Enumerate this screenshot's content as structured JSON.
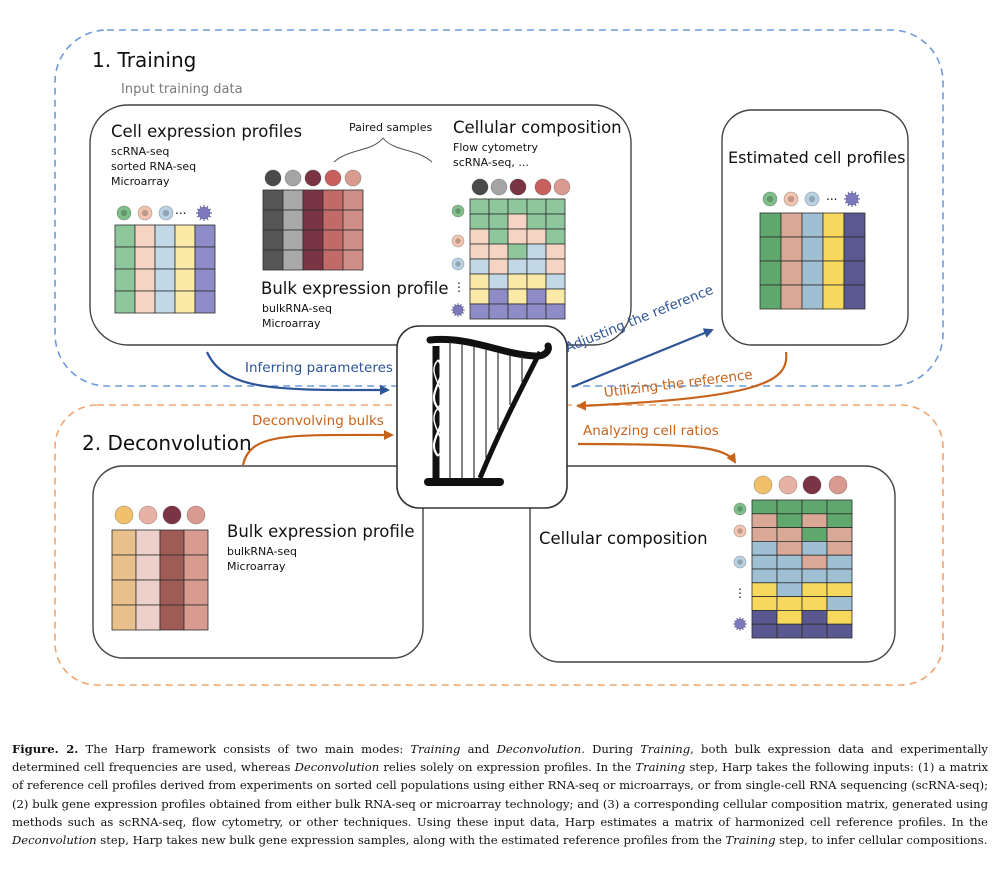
{
  "figure": {
    "training": {
      "title": "1. Training",
      "input_label": "Input training data",
      "cell_profiles": {
        "title": "Cell expression profiles",
        "methods": [
          "scRNA-seq",
          "sorted RNA-seq",
          "Microarray"
        ]
      },
      "paired_samples": "Paired samples",
      "bulk_profile": {
        "title": "Bulk expression profile",
        "methods": [
          "bulkRNA-seq",
          "Microarray"
        ]
      },
      "cellular_composition": {
        "title": "Cellular composition",
        "methods": [
          "Flow cytometry",
          "scRNA-seq, ..."
        ]
      },
      "estimated_profiles": {
        "title": "Estimated cell profiles"
      }
    },
    "deconvolution": {
      "title": "2. Deconvolution",
      "bulk_profile": {
        "title": "Bulk expression profile",
        "methods": [
          "bulkRNA-seq",
          "Microarray"
        ]
      },
      "cellular_composition": {
        "title": "Cellular composition"
      }
    },
    "arrows": {
      "inferring": "Inferring parameteres",
      "adjusting": "Adjusting the reference",
      "utilizing": "Utilizing the reference",
      "deconvolving": "Deconvolving bulks",
      "analyzing": "Analyzing cell  ratios"
    },
    "ellipsis": "...",
    "vdots": "⋮",
    "colors": {
      "training_border": "#6f9bd8",
      "deconvolution_border": "#f0a56e",
      "blue_arrow": "#2e5597",
      "orange_arrow": "#c8631c",
      "green": "#8fc79d",
      "peach": "#f6d4c3",
      "lightblue": "#c3d8e6",
      "yellow": "#fbe9a8",
      "purple": "#8e8cc6"
    }
  },
  "caption": {
    "label": "Figure. 2.",
    "segments": [
      {
        "t": " The Harp framework consists of two main modes: ",
        "i": false
      },
      {
        "t": "Training",
        "i": true
      },
      {
        "t": " and ",
        "i": false
      },
      {
        "t": "Deconvolution",
        "i": true
      },
      {
        "t": ". During ",
        "i": false
      },
      {
        "t": "Training",
        "i": true
      },
      {
        "t": ", both bulk expression data and experimentally determined cell frequencies are used, whereas ",
        "i": false
      },
      {
        "t": "Deconvolution",
        "i": true
      },
      {
        "t": " relies solely on expression profiles. In the ",
        "i": false
      },
      {
        "t": "Training",
        "i": true
      },
      {
        "t": " step, Harp takes the following inputs: (1) a matrix of reference cell profiles derived from experiments on sorted cell populations using either RNA-seq or microarrays, or from single-cell RNA sequencing (scRNA-seq); (2) bulk gene expression profiles obtained from either bulk RNA-seq or microarray technology; and (3) a corresponding cellular composition matrix, generated using methods such as scRNA-seq, flow cytometry, or other techniques. Using these input data, Harp estimates a matrix of harmonized cell reference profiles. In the ",
        "i": false
      },
      {
        "t": "Deconvolution",
        "i": true
      },
      {
        "t": " step, Harp takes new bulk gene expression samples, along with the estimated reference profiles from the ",
        "i": false
      },
      {
        "t": "Training",
        "i": true
      },
      {
        "t": " step, to infer cellular compositions.",
        "i": false
      }
    ]
  }
}
